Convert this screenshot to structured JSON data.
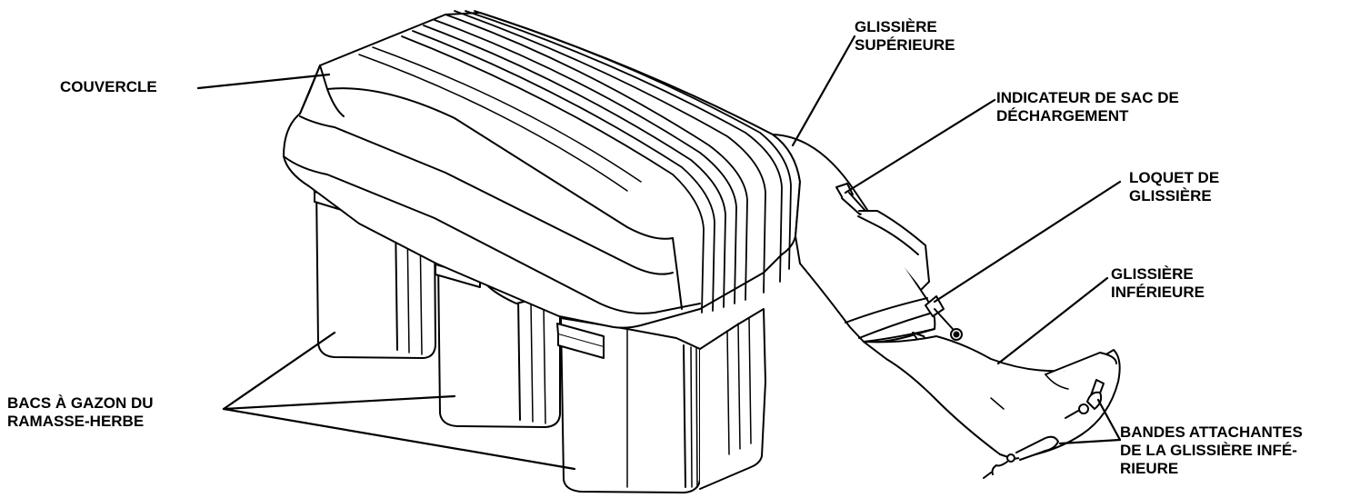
{
  "labels": {
    "couvercle": "COUVERCLE",
    "glissiere_superieure": [
      "GLISSIÈRE",
      "SUPÉRIEURE"
    ],
    "indicateur": [
      "INDICATEUR DE SAC DE",
      "DÉCHARGEMENT"
    ],
    "loquet": [
      "LOQUET DE",
      "GLISSIÈRE"
    ],
    "glissiere_inferieure": [
      "GLISSIÈRE",
      "INFÉRIEURE"
    ],
    "bacs": [
      "BACS À GAZON DU",
      "RAMASSE-HERBE"
    ],
    "bandes": [
      "BANDES ATTACHANTES",
      "DE LA GLISSIÈRE INFÉ-",
      "RIEURE"
    ]
  }
}
